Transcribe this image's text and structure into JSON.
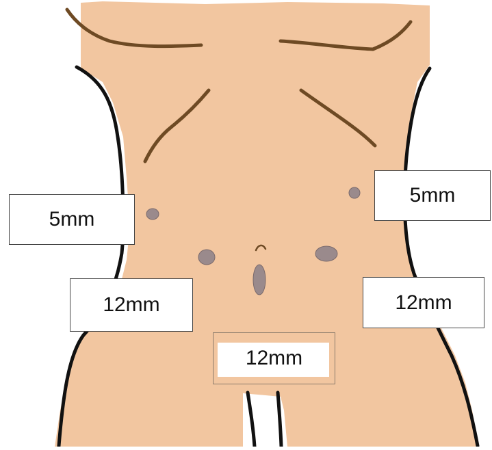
{
  "colors": {
    "skin": "#f2c6a0",
    "fold_line": "#6e4a24",
    "outline": "#111111",
    "port": "#9a8a8c",
    "port_edge": "#7a6a6c"
  },
  "labels": {
    "left_upper": "5mm",
    "right_upper": "5mm",
    "left_lower": "12mm",
    "right_lower": "12mm",
    "bottom": "12mm"
  }
}
